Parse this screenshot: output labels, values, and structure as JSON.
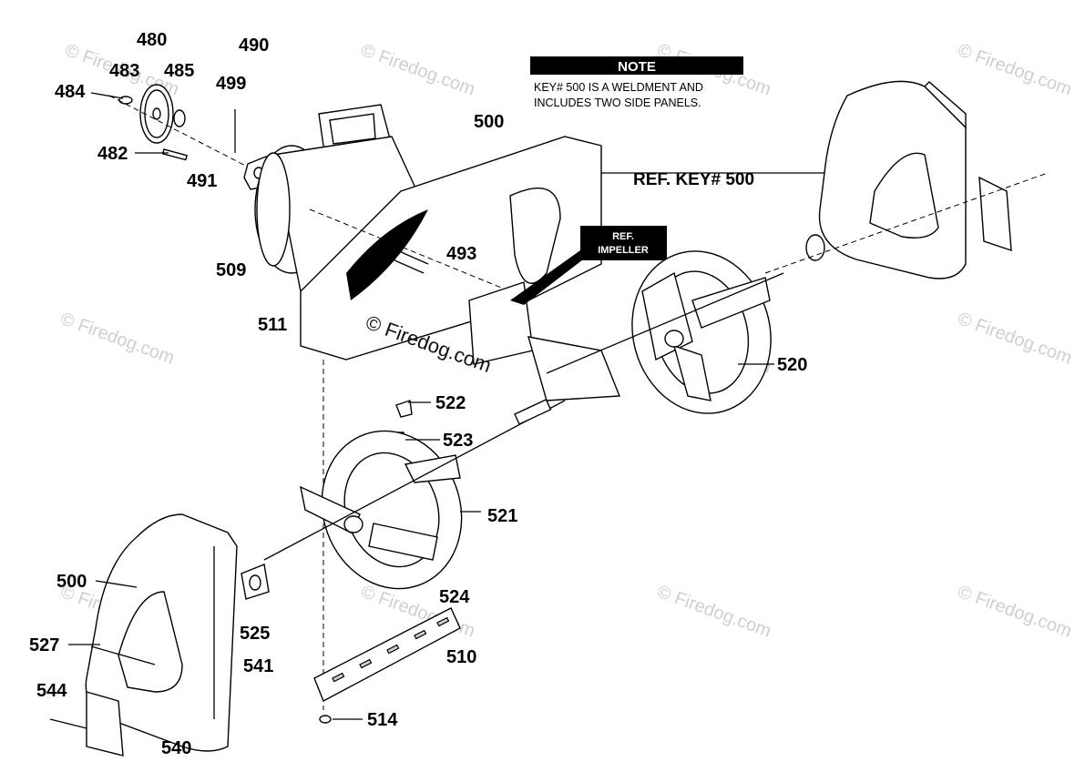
{
  "note": {
    "heading": "NOTE",
    "line1": "KEY# 500 IS A WELDMENT AND",
    "line2": "INCLUDES TWO SIDE PANELS."
  },
  "ref_impeller": {
    "line1": "REF.",
    "line2": "IMPELLER"
  },
  "ref_key_label": "REF. KEY# 500",
  "watermarks": {
    "corner": "© Firedog.com",
    "center": "© Firedog.com"
  },
  "part_labels": {
    "p480": "480",
    "p483": "483",
    "p485": "485",
    "p484": "484",
    "p490": "490",
    "p499": "499",
    "p482": "482",
    "p491": "491",
    "p500_top": "500",
    "p509": "509",
    "p493": "493",
    "p511": "511",
    "p520": "520",
    "p522": "522",
    "p523": "523",
    "p521": "521",
    "p500_bottom": "500",
    "p527": "527",
    "p525": "525",
    "p541": "541",
    "p524": "524",
    "p510": "510",
    "p544": "544",
    "p540": "540",
    "p514": "514"
  },
  "colors": {
    "ink": "#000000",
    "shade": "#d0d0d0",
    "watermark": "#cfcfcf",
    "paper": "#ffffff"
  }
}
